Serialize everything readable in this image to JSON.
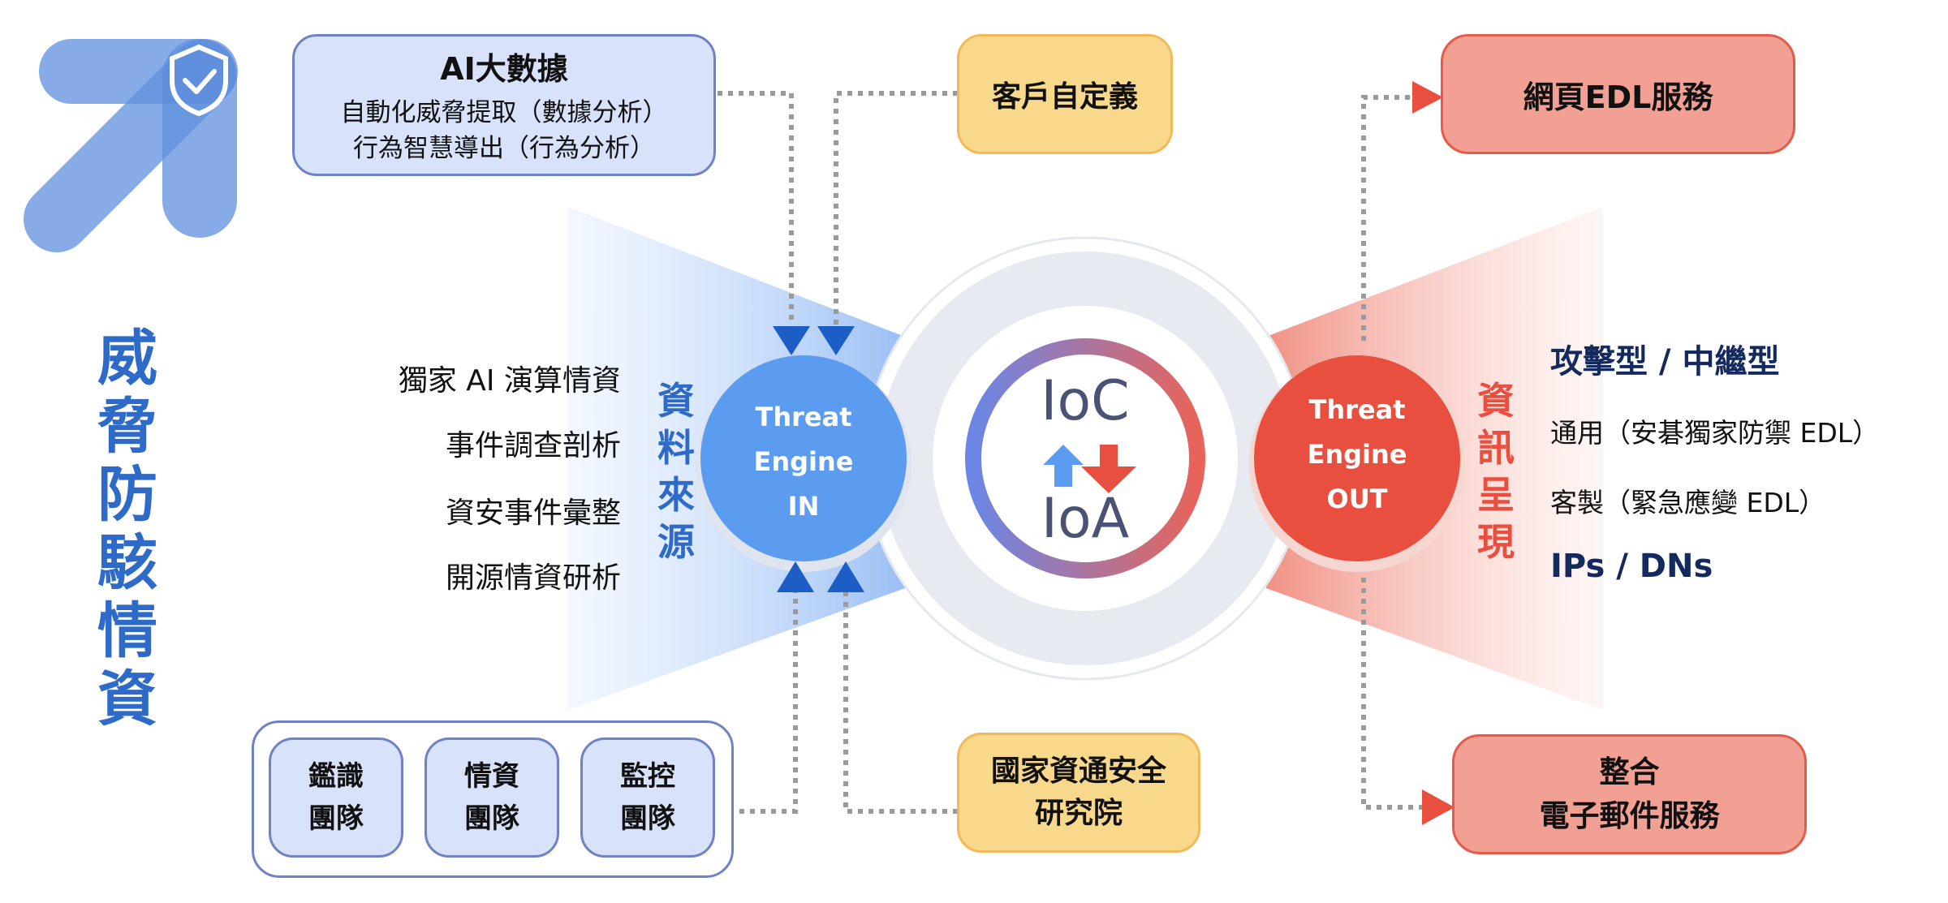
{
  "title": "威脅防駭情資",
  "ai_box": {
    "title": "AI大數據",
    "line1": "自動化威脅提取（數據分析）",
    "line2": "行為智慧導出（行為分析）"
  },
  "customer_box": "客戶自定義",
  "nics_box": {
    "line1": "國家資通安全",
    "line2": "研究院"
  },
  "teams": [
    {
      "line1": "鑑識",
      "line2": "團隊"
    },
    {
      "line1": "情資",
      "line2": "團隊"
    },
    {
      "line1": "監控",
      "line2": "團隊"
    }
  ],
  "sources": [
    "獨家 AI 演算情資",
    "事件調查剖析",
    "資安事件彙整",
    "開源情資研析"
  ],
  "label_in": "資料來源",
  "label_out": "資訊呈現",
  "engine_in": {
    "line1": "Threat",
    "line2": "Engine",
    "line3": "IN"
  },
  "engine_out": {
    "line1": "Threat",
    "line2": "Engine",
    "line3": "OUT"
  },
  "core": {
    "top": "IoC",
    "bottom": "IoA"
  },
  "outputs": {
    "heading": "攻擊型 / 中繼型",
    "item1": "通用（安碁獨家防禦 EDL）",
    "item2": "客製（緊急應變 EDL）",
    "footer": "IPs / DNs"
  },
  "web_edl_box": "網頁EDL服務",
  "email_box": {
    "line1": "整合",
    "line2": "電子郵件服務"
  },
  "colors": {
    "blue": "#5b9cf1",
    "red": "#e84f3e",
    "navy": "#14295e",
    "title_blue": "#2e6ac7"
  },
  "icons": [
    "arrow-logo-icon",
    "shield-check-icon",
    "up-arrow-icon",
    "down-arrow-icon"
  ]
}
